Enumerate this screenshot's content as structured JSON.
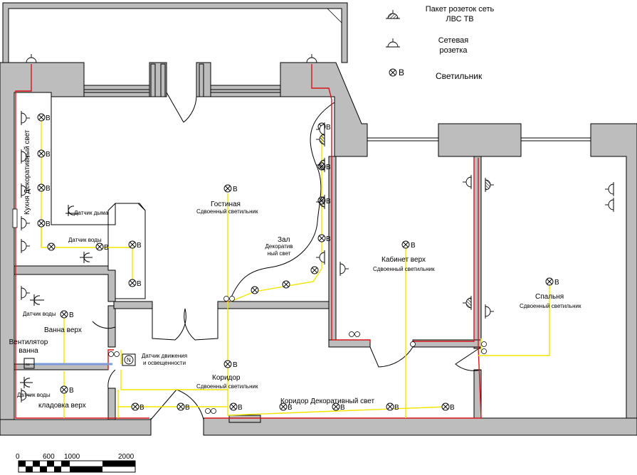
{
  "legend": {
    "lan_tv_socket": "Пакет розеток сеть ЛВС ТВ",
    "socket": "Сетевая розетка",
    "lamp": "Светильник",
    "lamp_mark": "B"
  },
  "rooms": {
    "kitchen": "Кухня Декоративный свет",
    "smoke_sensor": "Датчик дыма",
    "water_sensor_1": "Датчик воды",
    "living": "Гостиная",
    "living_lamp": "Сдвоенный светильник",
    "hall": "Зал",
    "hall_deco": "Декоратив ный свет",
    "study": "Кабинет верх",
    "study_lamp": "Сдвоенный светильник",
    "bedroom": "Спальня",
    "bedroom_lamp": "Сдвоенный светильник",
    "water_sensor_2": "Датчик воды",
    "bath": "Ванна верх",
    "fan": "Вентилятор ванна",
    "motion_sensor": "Датчик движения и освещенности",
    "corridor": "Коридор",
    "corridor_lamp": "Сдвоенный светильник",
    "water_sensor_3": "Датчик воды",
    "storage": "кладовка верх",
    "corridor_deco": "Коридор Декоративный свет"
  },
  "scale": {
    "labels": [
      "0",
      "600",
      "1000",
      "2000"
    ]
  },
  "colors": {
    "wall": "#bdbdbd",
    "power_line": "#d8141a",
    "light_line": "#f3e500",
    "vent_line": "#7d9bd6"
  }
}
